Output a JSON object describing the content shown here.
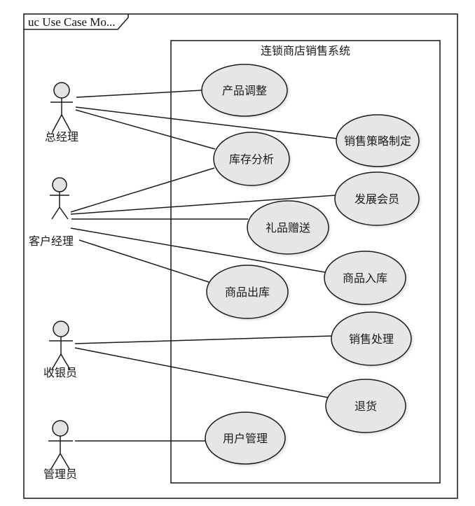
{
  "frame": {
    "tag": "uc Use Case Mo..."
  },
  "system": {
    "title": "连锁商店销售系统"
  },
  "actors": [
    {
      "id": "general-manager",
      "label": "总经理"
    },
    {
      "id": "customer-manager",
      "label": "客户经理"
    },
    {
      "id": "cashier",
      "label": "收银员"
    },
    {
      "id": "administrator",
      "label": "管理员"
    }
  ],
  "use_cases": [
    {
      "id": "product-adjust",
      "label": "产品调整"
    },
    {
      "id": "sales-strategy",
      "label": "销售策略制定"
    },
    {
      "id": "inventory-analysis",
      "label": "库存分析"
    },
    {
      "id": "member-develop",
      "label": "发展会员"
    },
    {
      "id": "gift-giving",
      "label": "礼品赠送"
    },
    {
      "id": "goods-in",
      "label": "商品入库"
    },
    {
      "id": "goods-out",
      "label": "商品出库"
    },
    {
      "id": "sales-process",
      "label": "销售处理"
    },
    {
      "id": "return-goods",
      "label": "退货"
    },
    {
      "id": "user-manage",
      "label": "用户管理"
    }
  ],
  "associations": [
    {
      "actor": "general-manager",
      "use_case": "product-adjust"
    },
    {
      "actor": "general-manager",
      "use_case": "sales-strategy"
    },
    {
      "actor": "general-manager",
      "use_case": "inventory-analysis"
    },
    {
      "actor": "customer-manager",
      "use_case": "inventory-analysis"
    },
    {
      "actor": "customer-manager",
      "use_case": "member-develop"
    },
    {
      "actor": "customer-manager",
      "use_case": "gift-giving"
    },
    {
      "actor": "customer-manager",
      "use_case": "goods-in"
    },
    {
      "actor": "customer-manager",
      "use_case": "goods-out"
    },
    {
      "actor": "cashier",
      "use_case": "sales-process"
    },
    {
      "actor": "cashier",
      "use_case": "return-goods"
    },
    {
      "actor": "administrator",
      "use_case": "user-manage"
    }
  ]
}
